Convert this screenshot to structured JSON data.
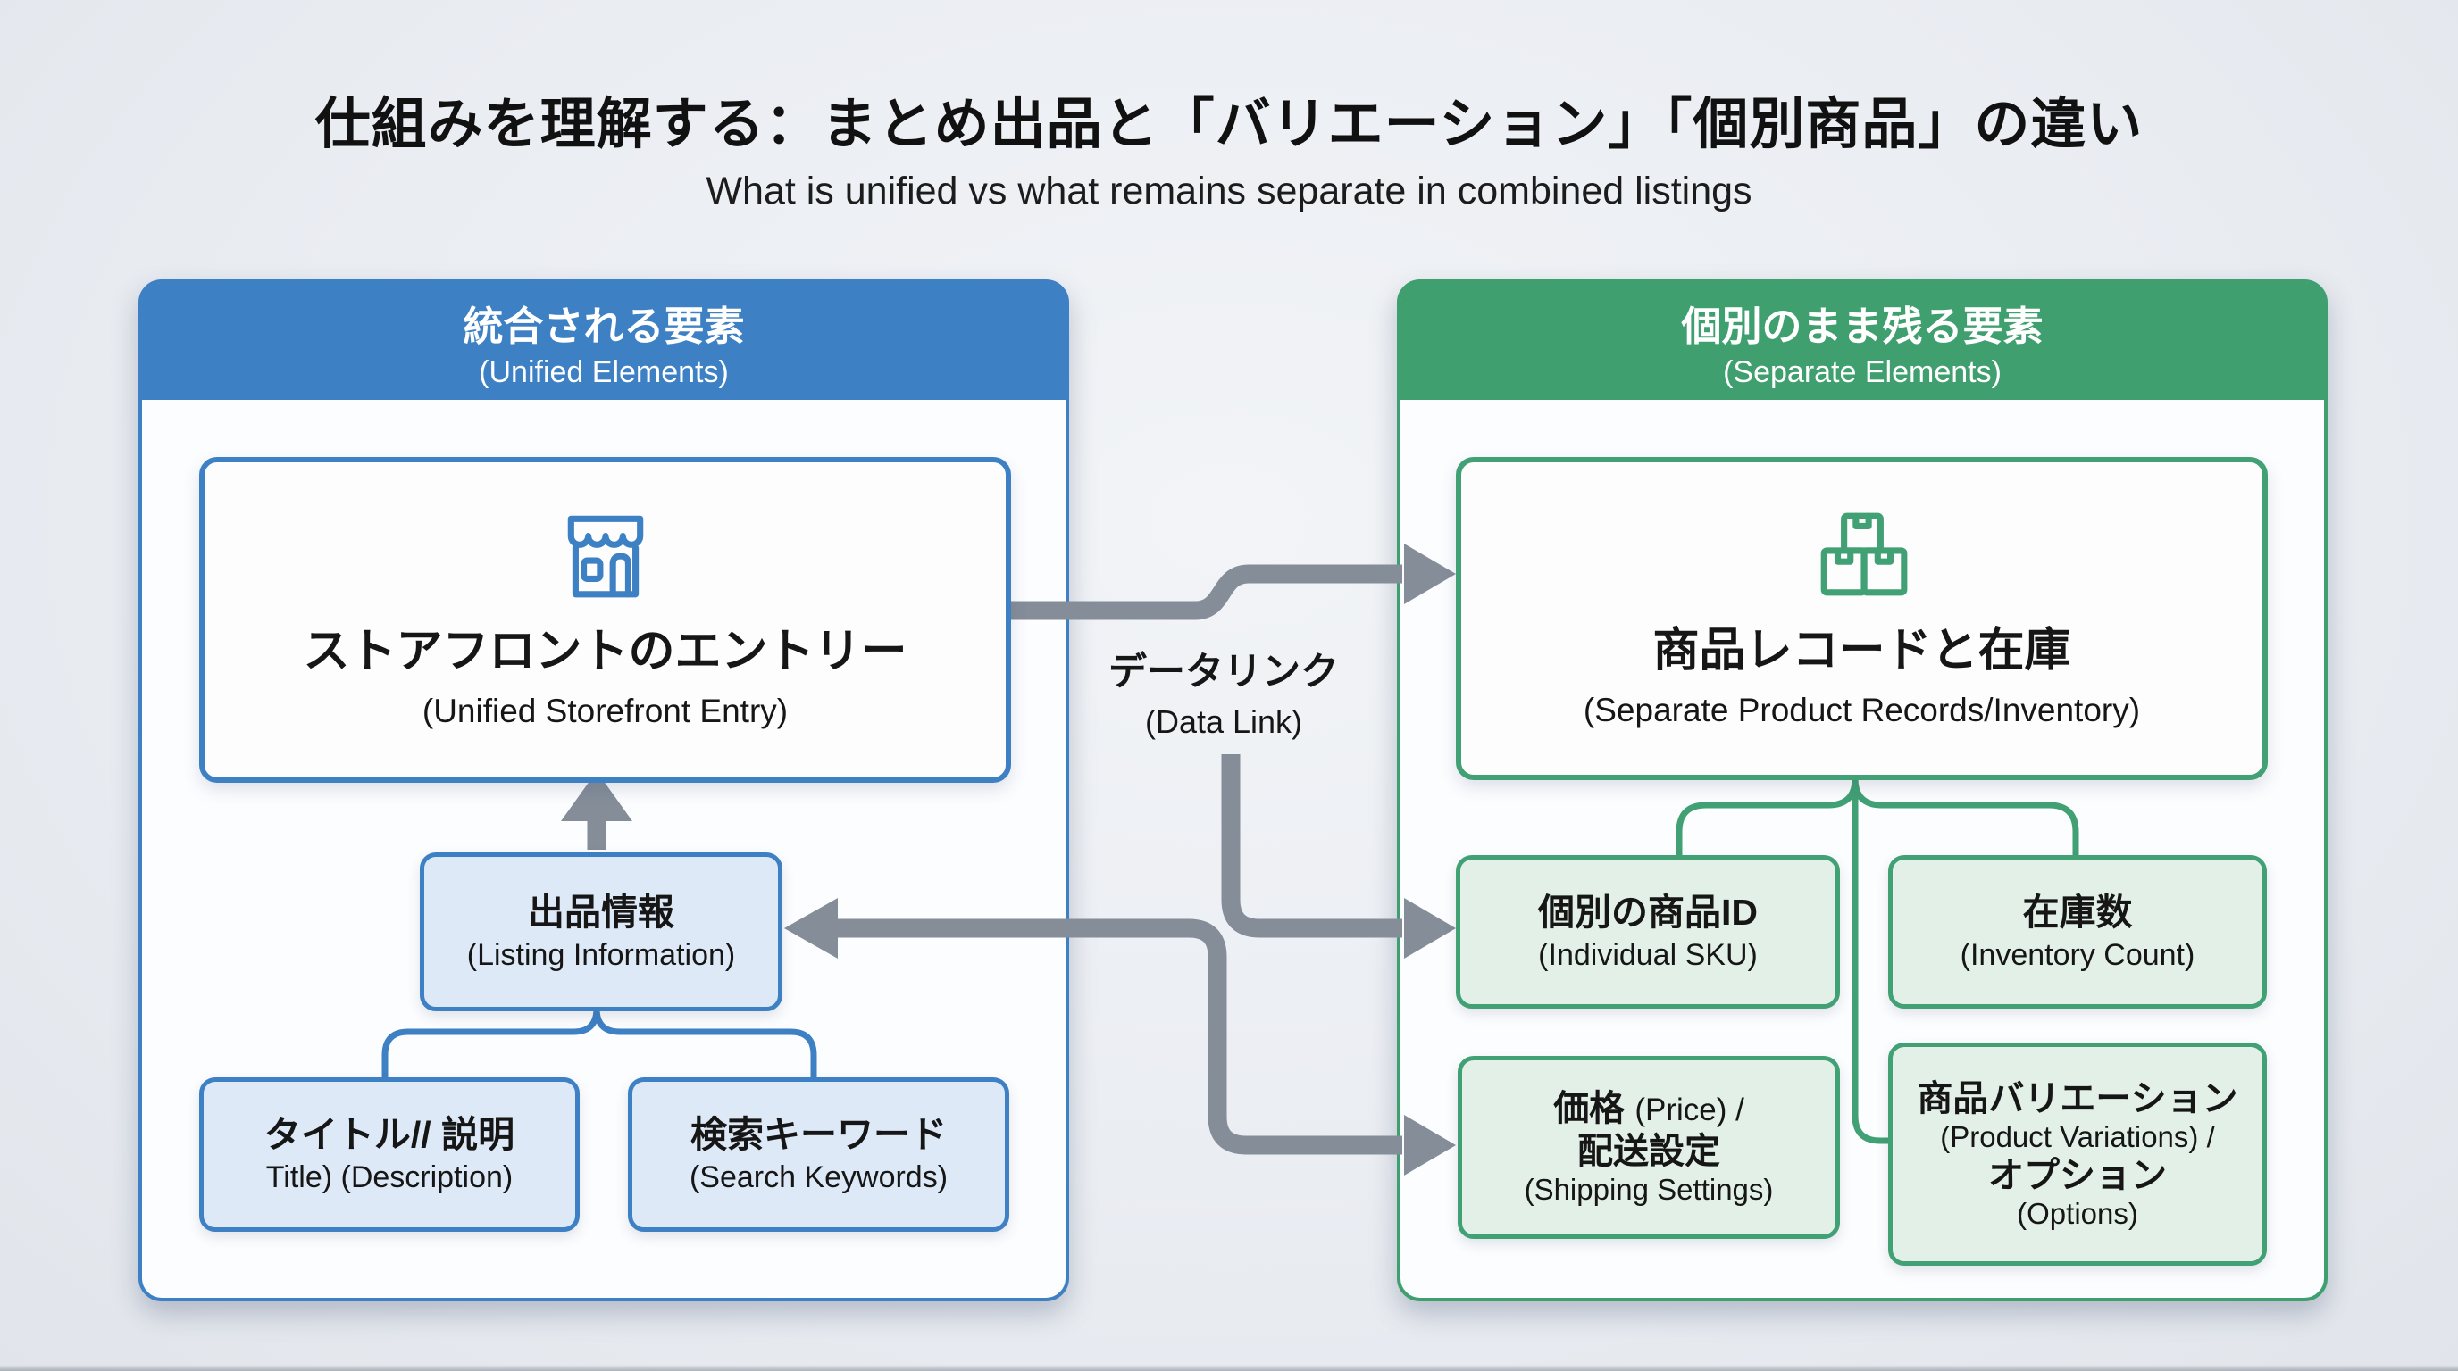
{
  "title": "仕組みを理解する：まとめ出品と「バリエーション」「個別商品」の違い",
  "subtitle": "What is unified vs what remains separate in combined listings",
  "left_panel": {
    "header_jp": "統合される要素",
    "header_en": "(Unified Elements)",
    "storefront": {
      "icon": "storefront-icon",
      "jp": "ストアフロントのエントリー",
      "en": "(Unified Storefront Entry)"
    },
    "listing_info": {
      "jp": "出品情報",
      "en": "(Listing Information)"
    },
    "title_desc": {
      "jp": "タイトル// 説明",
      "en": "Title) (Description)"
    },
    "keywords": {
      "jp": "検索キーワード",
      "en": "(Search Keywords)"
    }
  },
  "link_label": {
    "jp": "データリンク",
    "en": "(Data Link)"
  },
  "right_panel": {
    "header_jp": "個別のまま残る要素",
    "header_en": "(Separate Elements)",
    "records": {
      "icon": "boxes-icon",
      "jp": "商品レコードと在庫",
      "en": "(Separate Product Records/Inventory)"
    },
    "sku": {
      "jp": "個別の商品ID",
      "en": "(Individual SKU)"
    },
    "inventory": {
      "jp": "在庫数",
      "en": "(Inventory Count)"
    },
    "price": {
      "jp_1": "価格",
      "en_1": "(Price) /",
      "jp_2": "配送設定",
      "en_2": "(Shipping Settings)"
    },
    "variations": {
      "jp_1": "商品バリエーション",
      "en_1": "(Product Variations) /",
      "jp_2": "オプション",
      "en_2": "(Options)"
    }
  },
  "colors": {
    "blue_accent": "#3e80c4",
    "blue_fill": "#dde9f7",
    "green_accent": "#41a074",
    "green_header": "#3f9f6e",
    "green_fill": "#e2f0e8",
    "arrow_gray": "#858d99",
    "background": "#eaedf1",
    "text": "#161616"
  }
}
